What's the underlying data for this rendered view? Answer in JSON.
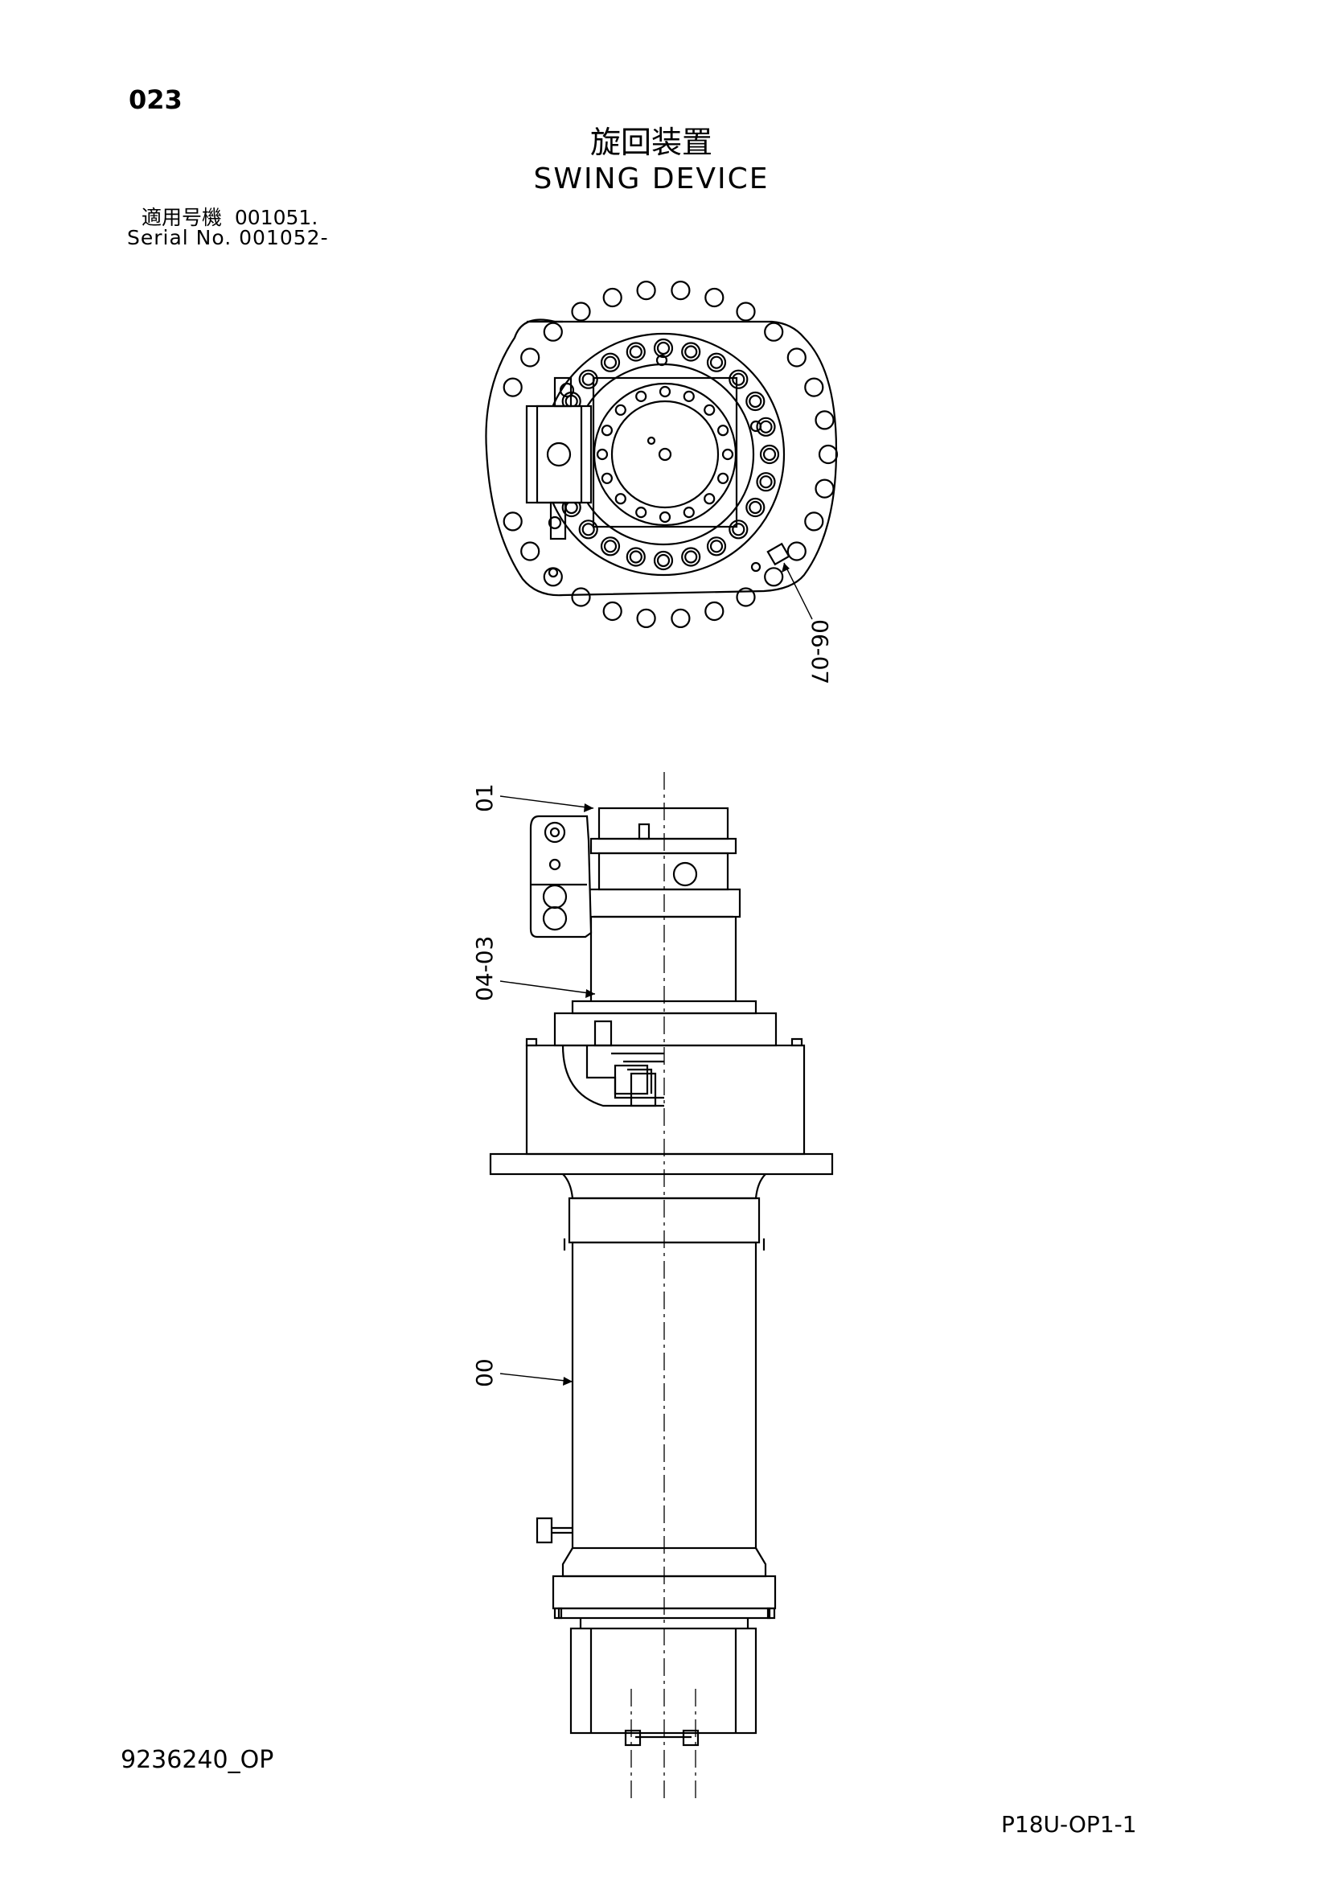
{
  "header": {
    "page_number": "023",
    "title_jp": "旋回装置",
    "title_en": "SWING DEVICE",
    "serial_line1": "適用号機  001051.",
    "serial_line2": "Serial No. 001052-"
  },
  "callouts": {
    "top_view": "06-07",
    "c01": "01",
    "c0403": "04-03",
    "c00": "00"
  },
  "footer": {
    "doc_code": "9236240_OP",
    "sheet_code": "P18U-OP1-1"
  }
}
